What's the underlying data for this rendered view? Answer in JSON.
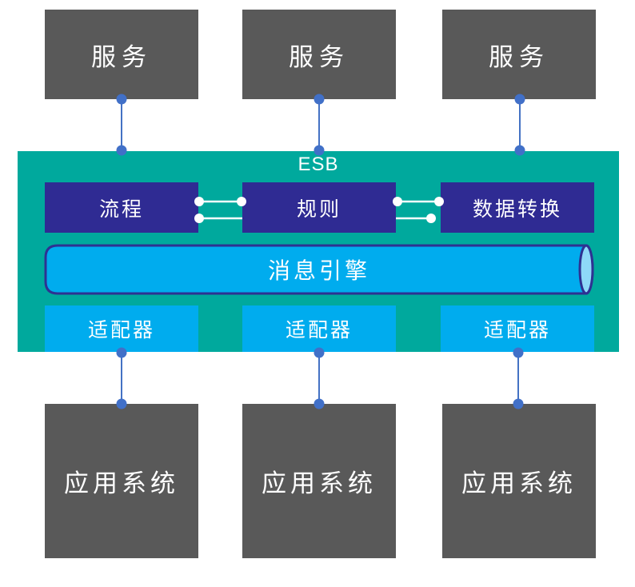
{
  "diagram": {
    "title_label": "ESB",
    "services": [
      {
        "label": "服务"
      },
      {
        "label": "服务"
      },
      {
        "label": "服务"
      }
    ],
    "modules": [
      {
        "label": "流程"
      },
      {
        "label": "规则"
      },
      {
        "label": "数据转换"
      }
    ],
    "message_engine": {
      "label": "消息引擎"
    },
    "adapters": [
      {
        "label": "适配器"
      },
      {
        "label": "适配器"
      },
      {
        "label": "适配器"
      }
    ],
    "applications": [
      {
        "label": "应用系统"
      },
      {
        "label": "应用系统"
      },
      {
        "label": "应用系统"
      }
    ],
    "colors": {
      "service_box": "#595959",
      "application_box": "#595959",
      "esb_container": "#00A99D",
      "module_box": "#2F2B93",
      "adapter_box": "#00ACEE",
      "cylinder_fill": "#00ACEE",
      "cylinder_cap": "#8ED9F8",
      "cylinder_stroke": "#2E3192",
      "connector_blue": "#4472C4",
      "connector_white": "#FFFFFF",
      "text": "#FFFFFF"
    }
  }
}
